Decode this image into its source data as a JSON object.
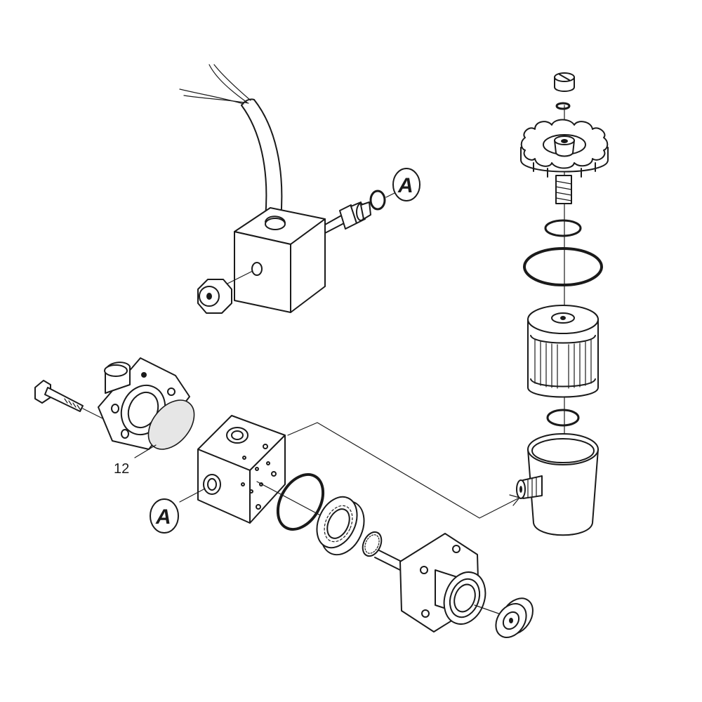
{
  "callouts": {
    "connection_a_top": "A",
    "connection_a_bottom": "A"
  },
  "part_numbers": {
    "membrane_disc": "12"
  },
  "colors": {
    "line": "#1a1a1a",
    "membrane_fill": "#e6e6e6",
    "background": "#ffffff"
  }
}
